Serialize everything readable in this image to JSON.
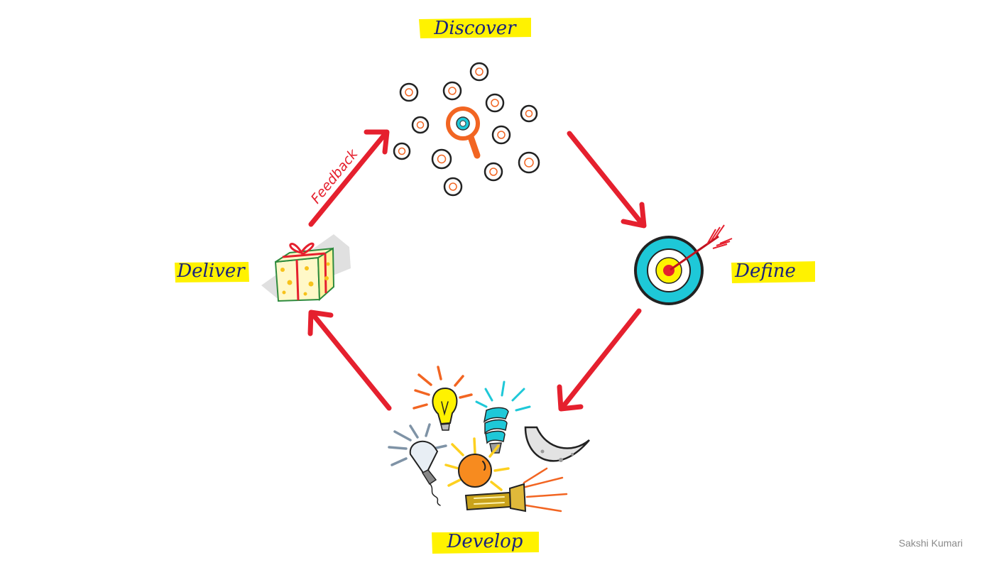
{
  "stages": {
    "discover": "Discover",
    "define": "Define",
    "develop": "Develop",
    "deliver": "Deliver"
  },
  "feedback_label": "Feedback",
  "credit": "Sakshi Kumari",
  "colors": {
    "arrow": "#e5202e",
    "highlight": "#fff200",
    "label_text": "#1a237e",
    "target_ring": "#1ec8d8",
    "magnifier": "#f26522"
  },
  "icons": {
    "discover": "magnifier-among-circles-icon",
    "define": "target-with-arrow-icon",
    "develop": "lightbulbs-and-flashlight-icon",
    "deliver": "gift-box-icon"
  }
}
